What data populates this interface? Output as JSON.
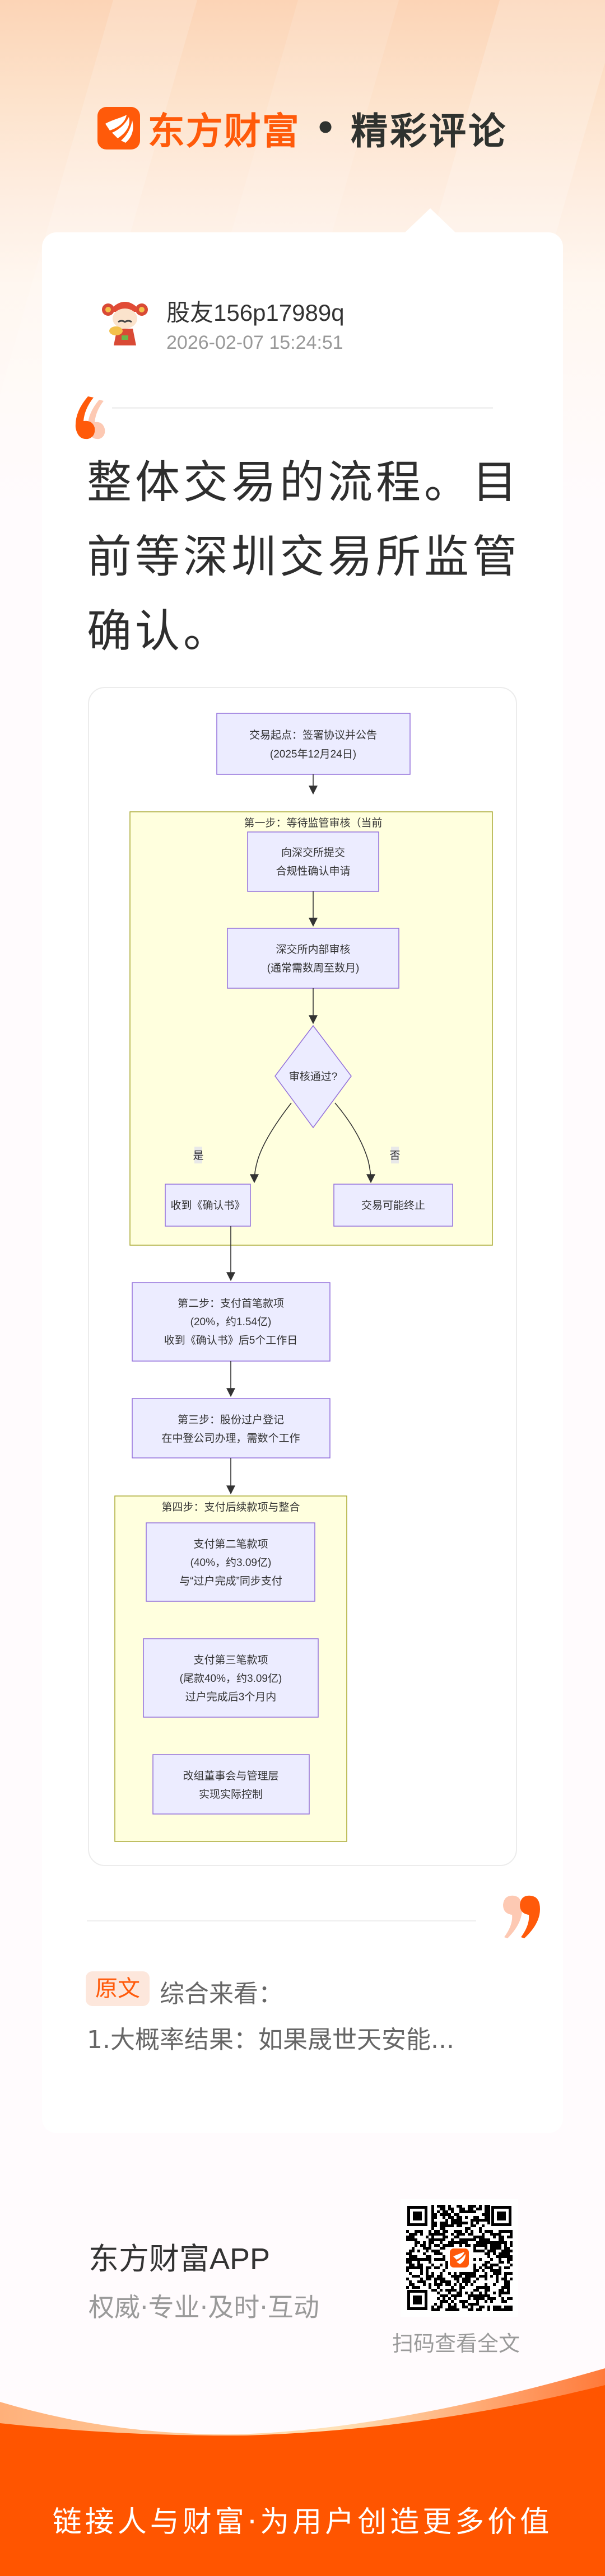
{
  "header": {
    "brand_name": "东方财富",
    "separator": "•",
    "section_title": "精彩评论",
    "brand_color": "#ff5a0a"
  },
  "comment": {
    "username": "股友156p17989q",
    "timestamp": "2026-02-07 15:24:51",
    "avatar_icon": "god-of-wealth-avatar",
    "text": "整体交易的流程。目前等深圳交易所监管确认。"
  },
  "flowchart": {
    "start_node": [
      "交易起点：签署协议并公告",
      "(2025年12月24日)"
    ],
    "step1": {
      "title": "第一步：等待监管审核（当前",
      "submit_node": [
        "向深交所提交",
        "合规性确认申请"
      ],
      "review_node": [
        "深交所内部审核",
        "(通常需数周至数月)"
      ],
      "decision_node": "审核通过?",
      "yes_label": "是",
      "no_label": "否",
      "yes_node": "收到《确认书》",
      "no_node": "交易可能终止"
    },
    "step2_node": [
      "第二步：支付首笔款项",
      "(20%，约1.54亿)",
      "收到《确认书》后5个工作日"
    ],
    "step3_node": [
      "第三步：股份过户登记",
      "在中登公司办理，需数个工作"
    ],
    "step4": {
      "title": "第四步：支付后续款项与整合",
      "payment2_node": [
        "支付第二笔款项",
        "(40%，约3.09亿)",
        "与“过户完成”同步支付"
      ],
      "payment3_node": [
        "支付第三笔款项",
        "(尾款40%，约3.09亿)",
        "过户完成后3个月内"
      ],
      "control_node": [
        "改组董事会与管理层",
        "实现实际控制"
      ]
    }
  },
  "original": {
    "badge": "原文",
    "line1": "综合来看：",
    "line2": "1.大概率结果：如果晟世天安能..."
  },
  "footer": {
    "app_name": "东方财富APP",
    "tagline": "权威·专业·及时·互动",
    "qr_caption": "扫码查看全文",
    "slogan": "链接人与财富·为用户创造更多价值"
  }
}
